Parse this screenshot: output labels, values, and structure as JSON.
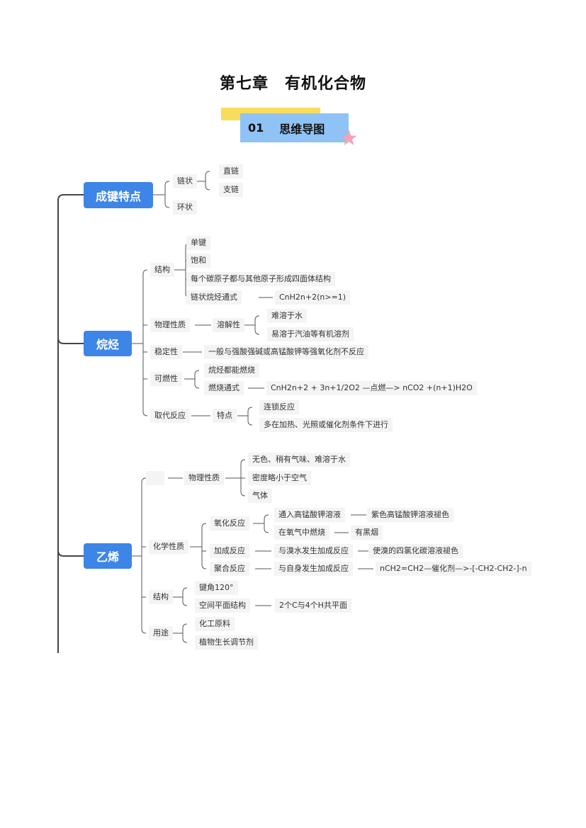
{
  "title": "第七章　有机化合物",
  "section": {
    "number": "01",
    "label": "思维导图"
  },
  "colors": {
    "main": "#3d85e6",
    "yellow": "#f8dc5c",
    "blue": "#8fc3f5",
    "star": "#f3a3b5"
  },
  "bond": {
    "label": "成键特点",
    "chain": "链状",
    "straight": "直链",
    "branched": "支链",
    "ring": "环状"
  },
  "alkane": {
    "label": "烷烃",
    "structure": "结构",
    "single": "单键",
    "saturated": "饱和",
    "tetra": "每个碳原子都与其他原子形成四面体结构",
    "formula_label": "链状烷烃通式",
    "formula": "CnH2n+2(n>=1)",
    "physical": "物理性质",
    "solubility": "溶解性",
    "insoluble": "难溶于水",
    "soluble": "易溶于汽油等有机溶剂",
    "stability": "稳定性",
    "stability_desc": "一般与强酸强碱或高锰酸钾等强氧化剂不反应",
    "combustible": "可燃性",
    "all_burn": "烷烃都能燃烧",
    "burn_label": "燃烧通式",
    "burn_eq": "CnH2n+2 + 3n+1/2O2 —点燃—> nCO2 +(n+1)H2O",
    "substitution": "取代反应",
    "feature": "特点",
    "chain_rx": "连锁反应",
    "condition": "多在加热、光照或催化剂条件下进行"
  },
  "ethylene": {
    "label": "乙烯",
    "empty": "",
    "physical": "物理性质",
    "p1": "无色、稍有气味、难溶于水",
    "p2": "密度略小于空气",
    "p3": "气体",
    "chemical": "化学性质",
    "oxidation": "氧化反应",
    "kmno4": "通入高锰酸钾溶液",
    "kmno4_result": "紫色高锰酸钾溶液褪色",
    "burn": "在氧气中燃烧",
    "burn_result": "有黑烟",
    "addition": "加成反应",
    "bromine": "与溴水发生加成反应",
    "bromine_result": "使溴的四氯化碳溶液褪色",
    "polymer": "聚合反应",
    "self_add": "与自身发生加成反应",
    "polymer_eq": "nCH2=CH2—催化剂—>-[-CH2-CH2-]-n",
    "structure": "结构",
    "angle": "键角120°",
    "planar": "空间平面结构",
    "planar_desc": "2个C与4个H共平面",
    "use": "用途",
    "raw": "化工原料",
    "regulator": "植物生长调节剂"
  }
}
